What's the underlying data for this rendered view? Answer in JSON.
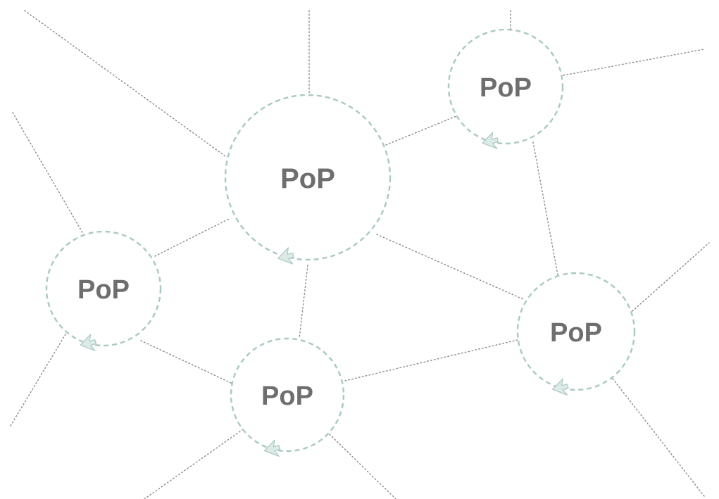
{
  "colors": {
    "ring": "#a9c9c3",
    "arrow_fill": "#dcebe8",
    "arrow_stroke": "#a9c9c3",
    "label": "#6e6e6e",
    "link": "#8a8a8a"
  },
  "nodes": [
    {
      "id": "pop-center",
      "label": "PoP"
    },
    {
      "id": "pop-top-right",
      "label": "PoP"
    },
    {
      "id": "pop-left",
      "label": "PoP"
    },
    {
      "id": "pop-bottom",
      "label": "PoP"
    },
    {
      "id": "pop-right",
      "label": "PoP"
    }
  ],
  "icons": {
    "node_icon": "rotation-arrow-icon"
  }
}
